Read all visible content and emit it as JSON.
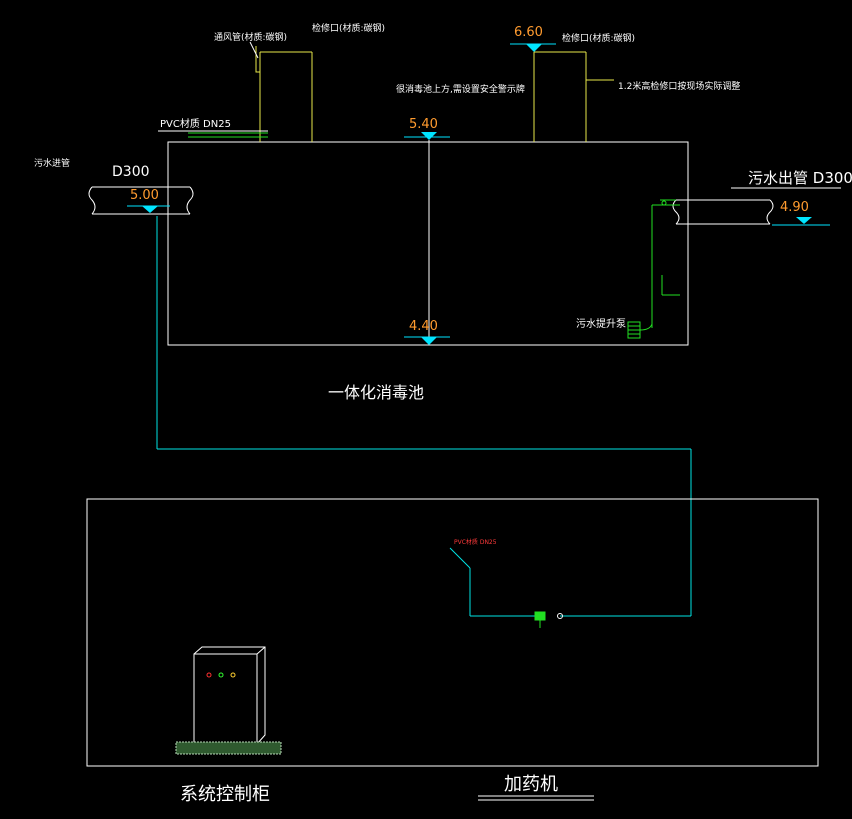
{
  "colors": {
    "background": "#000000",
    "frame": "#ffffff",
    "pipe_cyan": "#00e5e5",
    "pipe_yellow": "#e8e84a",
    "elevation_text": "#ff9b2f",
    "elevation_marker": "#00e5ff",
    "pump_green": "#22e022",
    "label_red": "#ff3a3a"
  },
  "tank": {
    "title": "一体化消毒池"
  },
  "inlet_pipe": {
    "side_label": "污水进管",
    "size_label": "D300",
    "elevation": "5.00"
  },
  "outlet_pipe": {
    "label": "污水出管 D300",
    "elevation": "4.90"
  },
  "levels": {
    "top": "5.40",
    "bottom": "4.40",
    "hatch_top": "6.60"
  },
  "notes": {
    "vent_pipe": "通风管(材质:碳钢)",
    "hatch_left": "检修口(材质:碳钢)",
    "hatch_right": "检修口(材质:碳钢)",
    "safety_sign": "很消毒池上方,需设置安全警示牌",
    "hatch_adjust": "1.2米高检修口按现场实际调整",
    "pvc_pipe": "PVC材质 DN25",
    "lift_pump": "污水提升泵"
  },
  "room": {
    "doser_label": "加药机",
    "cabinet_label": "系统控制柜",
    "red_tag": "PVC材质  DN25"
  },
  "cabinet_lights": [
    "#ff3030",
    "#30ff30",
    "#ffd030"
  ]
}
